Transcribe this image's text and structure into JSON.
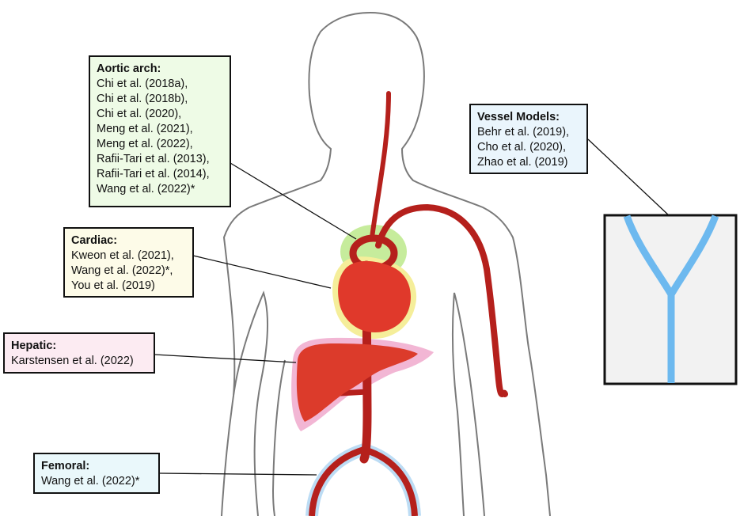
{
  "colors": {
    "artery": "#b5201c",
    "heart": "#e0392b",
    "liver": "#dc3b2b",
    "body_outline": "#7a7a7a",
    "vessel_model": "#6db9ef",
    "aortic_glow": "#c6ec9c",
    "cardiac_glow": "#f5ee9a",
    "hepatic_glow": "#f2b6d4",
    "femoral_glow": "#bcdcf4"
  },
  "labels": {
    "aortic": {
      "title": "Aortic arch:",
      "bg": "#eefbe6",
      "items": [
        "Chi et al. (2018a),",
        "Chi et al. (2018b),",
        "Chi et al. (2020),",
        "Meng et al. (2021),",
        "Meng et al. (2022),",
        "Rafii-Tari et al. (2013),",
        "Rafii-Tari et al. (2014),",
        "Wang et al. (2022)*"
      ]
    },
    "cardiac": {
      "title": "Cardiac:",
      "bg": "#fdfbe8",
      "items": [
        "Kweon et al. (2021),",
        "Wang et al. (2022)*,",
        "You et al. (2019)"
      ]
    },
    "hepatic": {
      "title": "Hepatic:",
      "bg": "#fcebf2",
      "items": [
        "Karstensen et al. (2022)"
      ]
    },
    "femoral": {
      "title": "Femoral:",
      "bg": "#eaf8fb",
      "items": [
        "Wang et al. (2022)*"
      ]
    },
    "vessel": {
      "title": "Vessel Models:",
      "bg": "#eaf5fc",
      "items": [
        "Behr et al. (2019),",
        "Cho et al. (2020),",
        "Zhao et al. (2019)"
      ]
    }
  }
}
